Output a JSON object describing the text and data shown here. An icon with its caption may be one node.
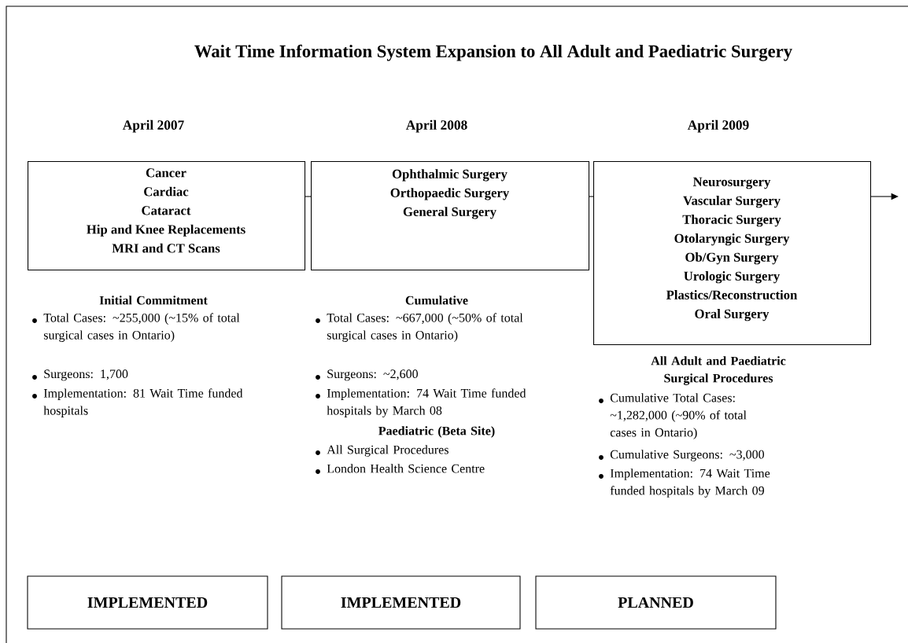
{
  "diagram": {
    "title": "Wait Time Information System Expansion to All Adult and Paediatric Surgery",
    "nodes": [
      {
        "text": [
          "April 2007",
          "Cancer",
          "Cardiac",
          "Cataract",
          "Hip and Knee Replacements",
          "MRI and CT Scans"
        ]
      },
      {
        "text": [
          "April 2008",
          "Ophthalmic Surgery",
          "Orthopaedic Surgery",
          "General Surgery"
        ]
      },
      {
        "text": [
          "April 2009",
          "Neurosurgery",
          "Vascular Surgery",
          "Thoracic Surgery",
          "Otolaryngic Surgery",
          "Ob/Gyn Surgery",
          "Urologic Surgery",
          "Plastics/Reconstruction",
          "Oral Surgery"
        ]
      },
      {
        "text": [
          "IMPLEMENTED"
        ]
      },
      {
        "text": [
          "IMPLEMENTED"
        ]
      },
      {
        "text": [
          "PLANNED"
        ]
      }
    ],
    "edges": [
      {
        "from": 0,
        "to": 1,
        "arrow": "none"
      },
      {
        "from": 1,
        "to": 2,
        "arrow": "none"
      },
      {
        "from": 2,
        "to": null,
        "arrow": "to"
      }
    ],
    "labels": [
      "Initial Commitment",
      "Total Cases: ~255,000 (~15% of total surgical cases in Ontario)",
      "Surgeons: 1,700",
      "Implementation: 81 Wait Time funded hospitals",
      "Cumulative",
      "Total Cases: ~667,000 (~50% of total surgical cases in Ontario)",
      "Surgeons: ~2,600",
      "Implementation: 74 Wait Time funded hospitals by March 08",
      "Paediatric (Beta Site)",
      "All Surgical Procedures",
      "London Health Science Centre",
      "All Adult and Paediatric Surgical Procedures",
      "Cumulative Total Cases: ~1,282,000 (~90% of total cases in Ontario)",
      "Cumulative Surgeons: ~3,000",
      "Implementation: 74 Wait Time funded hospitals by March 09"
    ]
  }
}
